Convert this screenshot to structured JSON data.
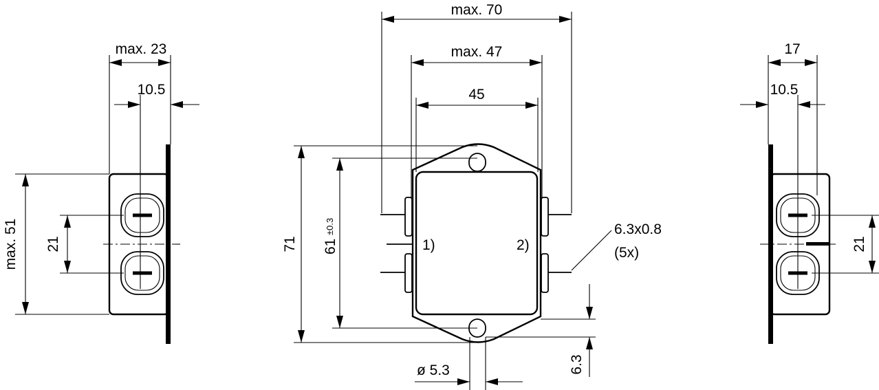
{
  "left_view": {
    "dim_width": "max. 23",
    "dim_terminal": "10.5",
    "dim_height": "max. 51",
    "dim_spacing": "21"
  },
  "front_view": {
    "dim_max70": "max. 70",
    "dim_max47": "max. 47",
    "dim_45": "45",
    "dim_71": "71",
    "dim_61": "61",
    "dim_61_tol": "±0.3",
    "label_1": "1)",
    "label_2": "2)",
    "terminal_size": "6.3x0.8",
    "terminal_count": "(5x)",
    "hole_dia": "ø 5.3",
    "dim_offset": "6.3"
  },
  "right_view": {
    "dim_17": "17",
    "dim_10_5": "10.5",
    "dim_21": "21"
  }
}
